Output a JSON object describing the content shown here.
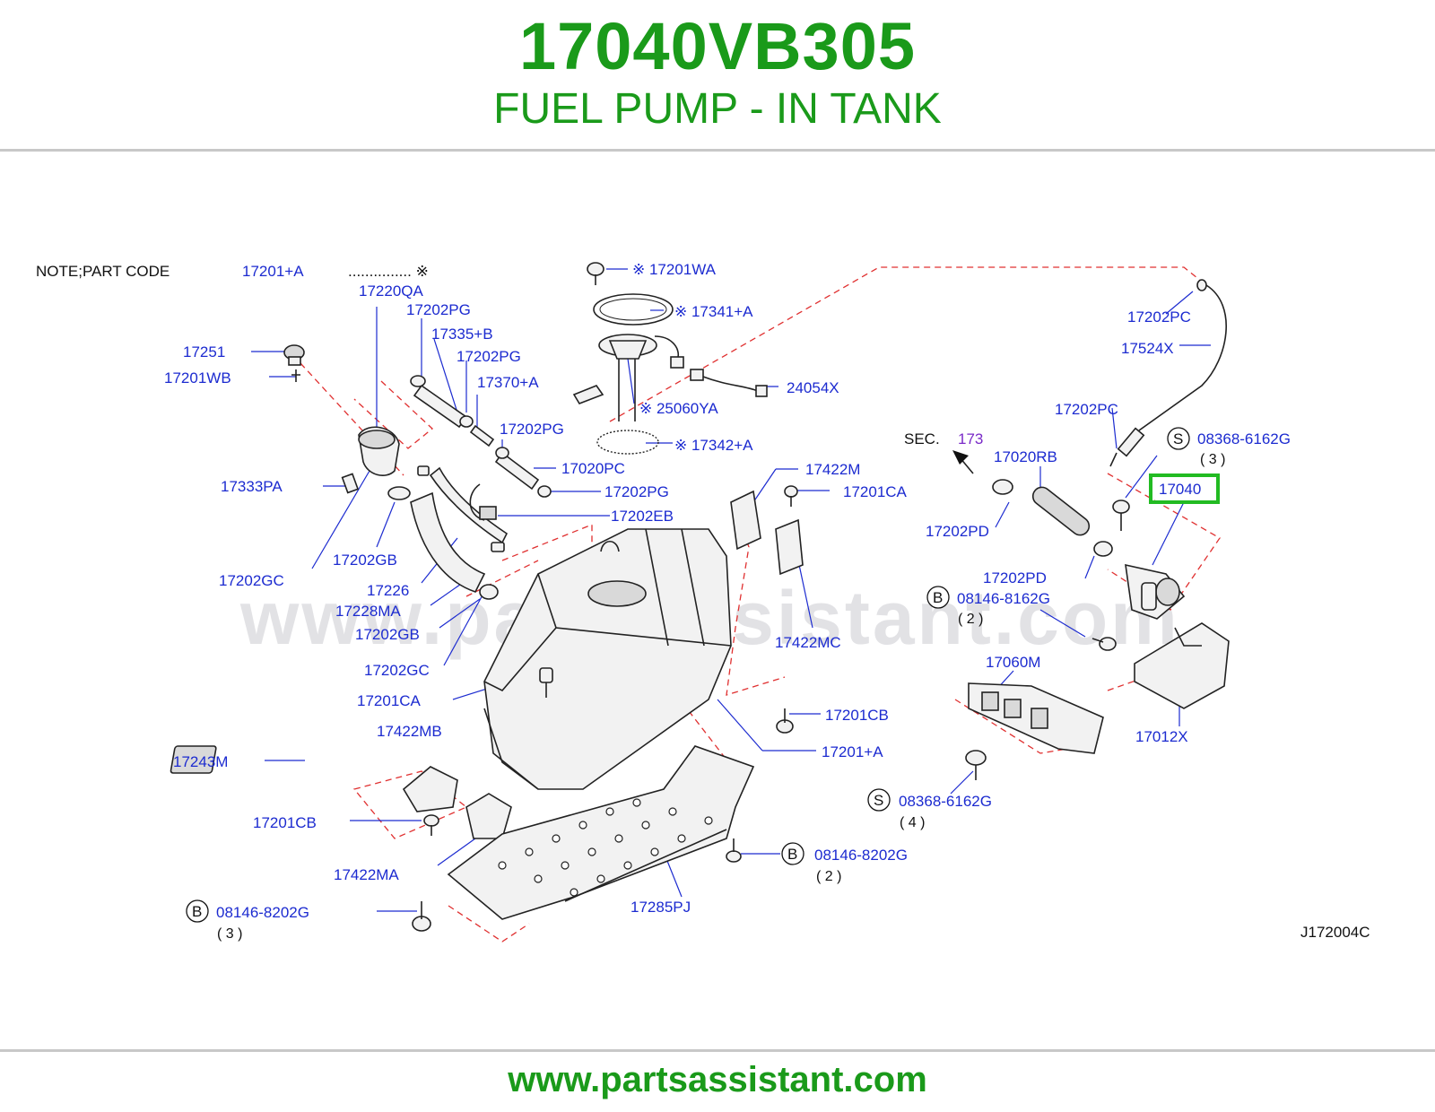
{
  "header": {
    "part_number": "17040VB305",
    "part_name": "FUEL PUMP - IN TANK"
  },
  "footer": {
    "url": "www.partsassistant.com"
  },
  "watermark": "www.partsassistant.com",
  "diagram_code": "J172004C",
  "note": {
    "prefix": "NOTE;PART CODE",
    "code": "17201+A",
    "dots": "............... ※"
  },
  "sec_ref": {
    "label": "SEC.",
    "number": "173"
  },
  "highlight_color": "#22bb22",
  "labels": {
    "l17220QA": "17220QA",
    "l17202PG_1": "17202PG",
    "l17335B": "17335+B",
    "l17202PG_2": "17202PG",
    "l17370A": "17370+A",
    "l17202PG_3": "17202PG",
    "l17020PC": "17020PC",
    "l17202PG_4": "17202PG",
    "l17202EB": "17202EB",
    "l17251": "17251",
    "l17201WB": "17201WB",
    "l17333PA": "17333PA",
    "l17202GB_1": "17202GB",
    "l17202GC_1": "17202GC",
    "l17226": "17226",
    "l17228MA": "17228MA",
    "l17202GB_2": "17202GB",
    "l17202GC_2": "17202GC",
    "l17201CA_1": "17201CA",
    "l17422MB": "17422MB",
    "l17243M": "17243M",
    "l17201CB_1": "17201CB",
    "l17422MA": "17422MA",
    "l08146_8202G_1": "08146-8202G",
    "q3_left": "( 3 )",
    "l17201WA": "※ 17201WA",
    "l17341A": "※ 17341+A",
    "l25060YA": "※ 25060YA",
    "l17342A": "※ 17342+A",
    "l24054X": "24054X",
    "l17422M": "17422M",
    "l17201CA_2": "17201CA",
    "l17422MC": "17422MC",
    "l17201CB_2": "17201CB",
    "l17201A": "17201+A",
    "l17285PJ": "17285PJ",
    "l08146_8202G_2": "08146-8202G",
    "q2_mid": "( 2 )",
    "l17202PC_1": "17202PC",
    "l17524X": "17524X",
    "l17202PC_2": "17202PC",
    "l08368_6162G_1": "08368-6162G",
    "q3_right": "( 3 )",
    "l17020RB": "17020RB",
    "l17202PD_1": "17202PD",
    "l17040": "17040",
    "l17202PD_2": "17202PD",
    "l08146_8162G": "08146-8162G",
    "q2_right": "( 2 )",
    "l17060M": "17060M",
    "l17012X": "17012X",
    "l08368_6162G_2": "08368-6162G",
    "q4_right": "( 4 )",
    "circle_b": "B",
    "circle_s": "S"
  }
}
